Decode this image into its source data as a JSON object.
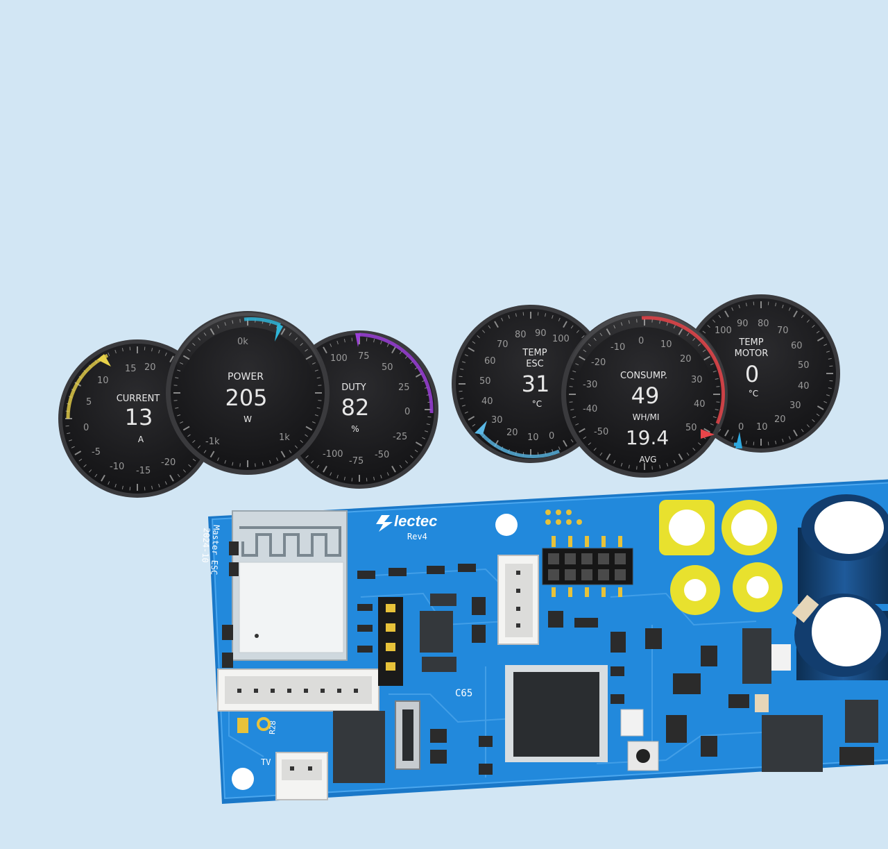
{
  "gauges": {
    "current": {
      "title": "CURRENT",
      "value": "13",
      "unit": "A",
      "accent": "#e8d24a",
      "ticks": [
        "20",
        "15",
        "10",
        "5",
        "0",
        "-5",
        "-10",
        "-15",
        "-20"
      ]
    },
    "power": {
      "title": "POWER",
      "value": "205",
      "unit": "W",
      "accent": "#2fb5d8",
      "ticks": [
        "0k",
        "-1k",
        "1k"
      ]
    },
    "duty": {
      "title": "DUTY",
      "value": "82",
      "unit": "%",
      "accent": "#9b3fd8",
      "ticks": [
        "100",
        "75",
        "50",
        "25",
        "0",
        "-25",
        "-50",
        "-75",
        "-100"
      ]
    },
    "temp_esc": {
      "title_line1": "TEMP",
      "title_line2": "ESC",
      "value": "31",
      "unit": "°C",
      "accent": "#5ab8e6",
      "ticks": [
        "100",
        "90",
        "80",
        "70",
        "60",
        "50",
        "40",
        "30",
        "20",
        "10",
        "0"
      ]
    },
    "consumption": {
      "title": "CONSUMP.",
      "value": "49",
      "unit": "WH/MI",
      "avg_value": "19.4",
      "avg_label": "AVG",
      "accent": "#e8454a",
      "ticks": [
        "-10",
        "0",
        "10",
        "20",
        "30",
        "40",
        "50",
        "-20",
        "-30",
        "-40",
        "-50"
      ]
    },
    "temp_motor": {
      "title_line1": "TEMP",
      "title_line2": "MOTOR",
      "value": "0",
      "unit": "°C",
      "accent": "#2fa9e0",
      "ticks": [
        "100",
        "90",
        "80",
        "70",
        "60",
        "50",
        "40",
        "30",
        "20",
        "10",
        "0"
      ]
    }
  },
  "pcb": {
    "brand": "lectec",
    "revision": "Rev4",
    "board_name": "Master ESC",
    "board_date": "2024-10",
    "component_label": "C65",
    "silk_r": "R28",
    "silk_tv": "TV"
  },
  "colors": {
    "background": "#d2e6f4",
    "pcb": "#1f86d8",
    "gauge_face": "#1b1b1d"
  }
}
